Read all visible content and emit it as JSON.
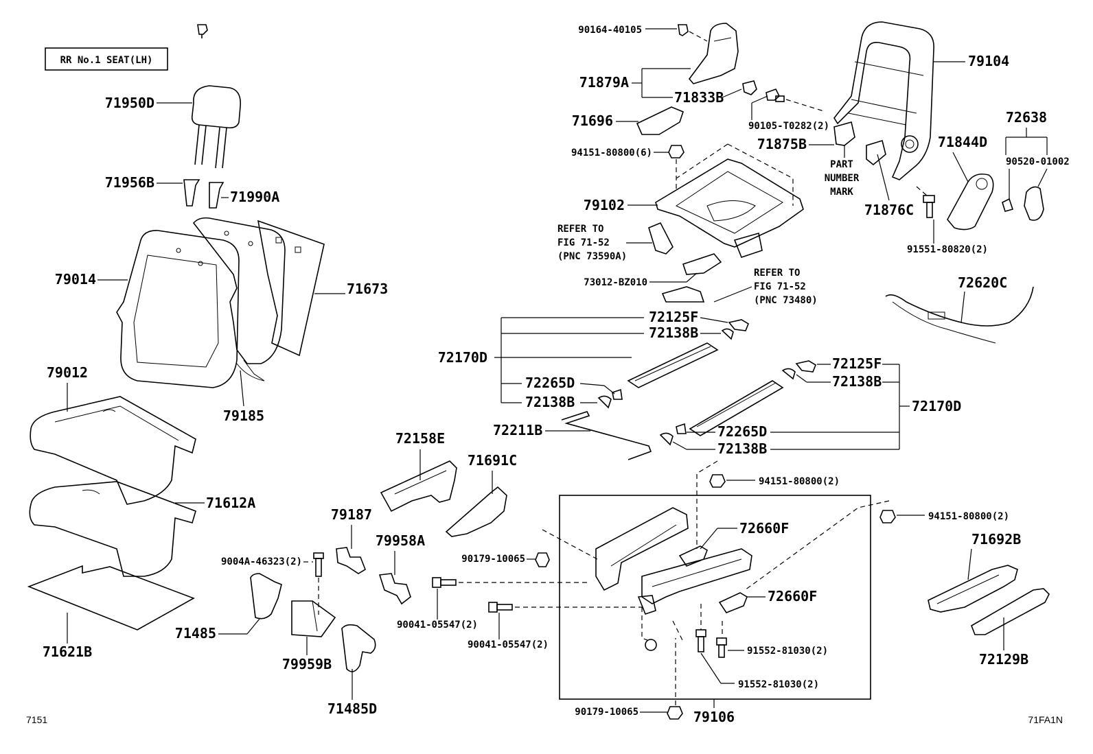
{
  "header": {
    "seat_box": "RR No.1 SEAT(LH)"
  },
  "footer": {
    "fig_left": "7151",
    "fig_right": "71FA1N"
  },
  "labels": {
    "p71950D": "71950D",
    "p71956B": "71956B",
    "p71990A": "71990A",
    "p79014": "79014",
    "p71673": "71673",
    "p79012": "79012",
    "p79185": "79185",
    "p71612A": "71612A",
    "p71621B": "71621B",
    "p9004A": "9004A-46323(2)",
    "p71485": "71485",
    "p79959B": "79959B",
    "p71485D": "71485D",
    "p79187": "79187",
    "p79958A": "79958A",
    "p72158E": "72158E",
    "p71691C": "71691C",
    "p90179a": "90179-10065",
    "p90041a": "90041-05547(2)",
    "p90041b": "90041-05547(2)",
    "p90164": "90164-40105",
    "p71879A": "71879A",
    "p71833B": "71833B",
    "p71696": "71696",
    "p90105": "90105-T0282(2)",
    "p94151a": "94151-80800(6)",
    "p79102": "79102",
    "refer1_l1": "REFER TO",
    "refer1_l2": "FIG 71-52",
    "refer1_l3": "(PNC 73590A)",
    "p73012": "73012-BZ010",
    "refer2_l1": "REFER TO",
    "refer2_l2": "FIG 71-52",
    "refer2_l3": "(PNC 73480)",
    "p79104": "79104",
    "p71875B": "71875B",
    "mark_l1": "PART",
    "mark_l2": "NUMBER",
    "mark_l3": "MARK",
    "p71876C": "71876C",
    "p71844D": "71844D",
    "p72638": "72638",
    "p90520": "90520-01002",
    "p91551": "91551-80820(2)",
    "p72620C": "72620C",
    "p72125F_a": "72125F",
    "p72138B_a": "72138B",
    "p72170D_a": "72170D",
    "p72265D_a": "72265D",
    "p72138B_b": "72138B",
    "p72125F_b": "72125F",
    "p72138B_c": "72138B",
    "p72170D_b": "72170D",
    "p72265D_b": "72265D",
    "p72138B_d": "72138B",
    "p72211B": "72211B",
    "p94151b": "94151-80800(2)",
    "p94151c": "94151-80800(2)",
    "p72660F_a": "72660F",
    "p72660F_b": "72660F",
    "p71692B": "71692B",
    "p72129B": "72129B",
    "p91552a": "91552-81030(2)",
    "p91552b": "91552-81030(2)",
    "p90179b": "90179-10065",
    "p79106": "79106"
  }
}
